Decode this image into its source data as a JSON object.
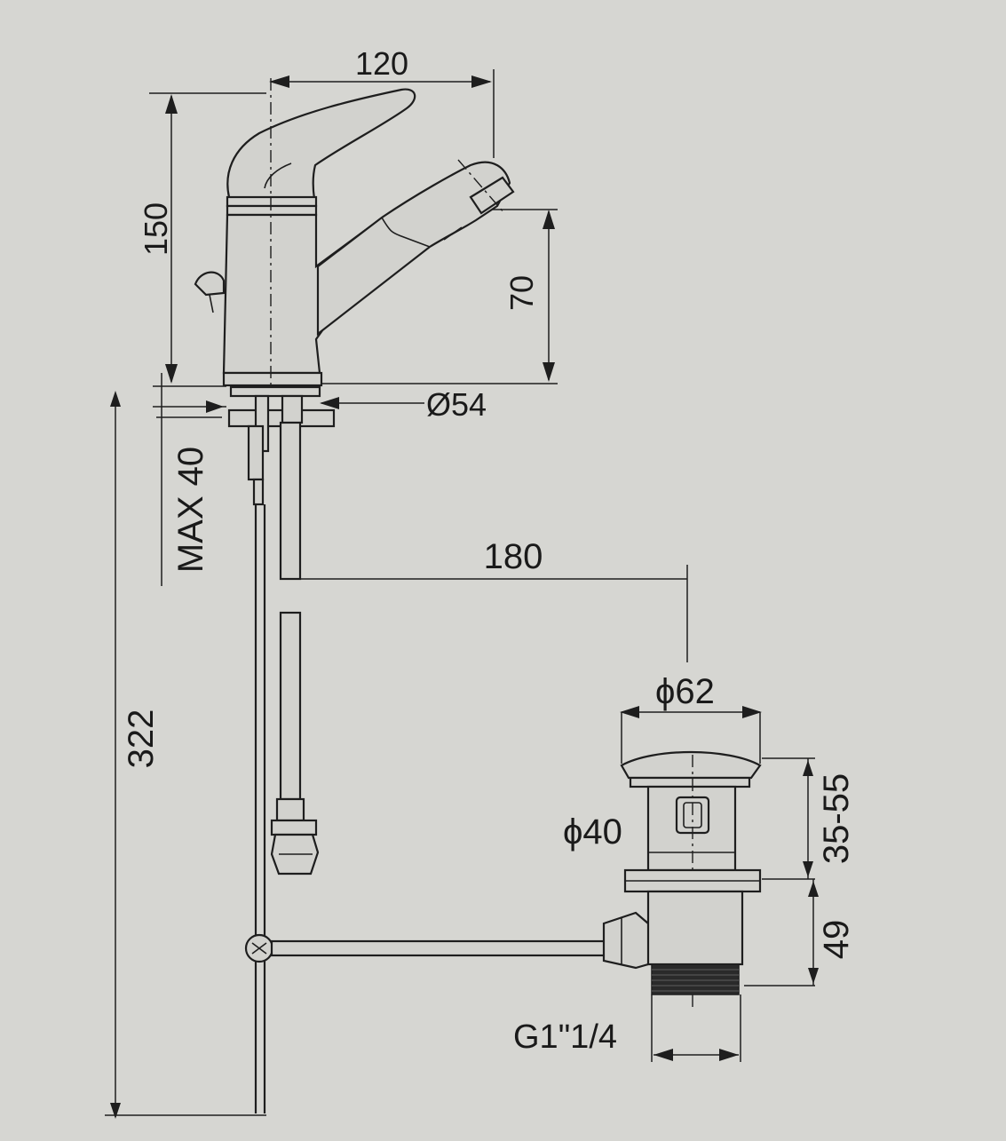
{
  "dimensions": {
    "spout_reach": "120",
    "height_total_mixer": "150",
    "spout_height": "70",
    "base_diameter": "Ø54",
    "max_deck": "MAX 40",
    "drain_offset": "180",
    "overall_height": "322",
    "flange_diameter": "ϕ62",
    "body_diameter": "ϕ40",
    "adjustable_range": "35-55",
    "tail_length": "49",
    "thread_size": "G1\"1/4"
  },
  "colors": {
    "background": "#d6d6d2",
    "line": "#1e1e1e"
  }
}
